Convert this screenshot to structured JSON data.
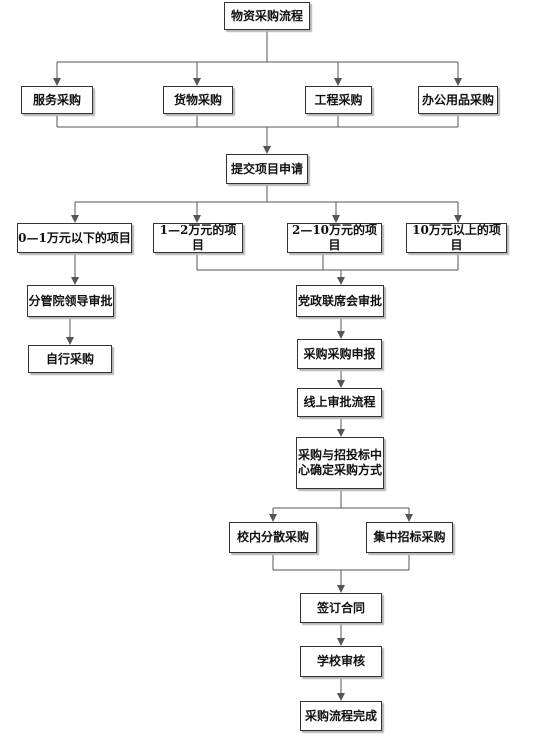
{
  "nodes": {
    "title": "物资采购流程",
    "service": "服务采购",
    "goods": "货物采购",
    "engineering": "工程采购",
    "office": "办公用品采购",
    "submit": "提交项目申请",
    "range1": "0—1万元以下的项目",
    "range2": "1—2万元的项目",
    "range3": "2—10万元的项目",
    "range4": "10万元以上的项目",
    "leader": "分管院领导审批",
    "committee": "党政联席会审批",
    "self": "自行采购",
    "plan": "采购采购申报",
    "online": "线上审批流程",
    "center": "采购与招投标中\n心确定采购方式",
    "dispersed": "校内分散采购",
    "centralized": "集中招标采购",
    "contract": "签订合同",
    "audit": "学校审核",
    "done": "采购流程完成"
  }
}
